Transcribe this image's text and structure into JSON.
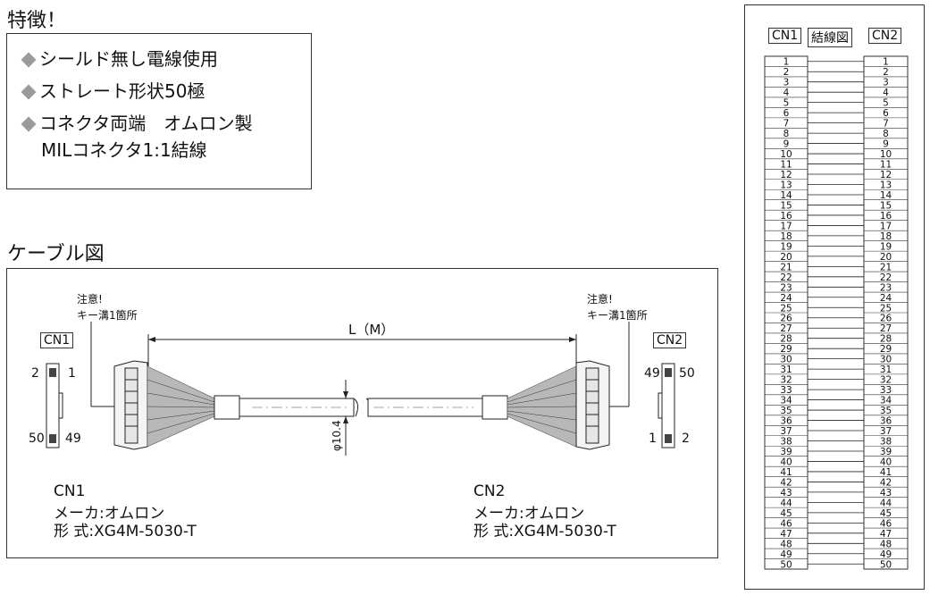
{
  "features": {
    "title": "特徴！",
    "items": [
      "シールド無し電線使用",
      "ストレート形状50極",
      "コネクタ両端　オムロン製"
    ],
    "item3_line2": "MILコネクタ1:1結線"
  },
  "cable_diagram": {
    "title": "ケーブル図",
    "note_left": [
      "注意!",
      "キー溝1箇所"
    ],
    "note_right": [
      "注意!",
      "キー溝1箇所"
    ],
    "length_label": "L（M）",
    "diameter_label": "φ10.4",
    "cn1_tag": "CN1",
    "cn2_tag": "CN2",
    "cn1_pins": {
      "top_left": "2",
      "top_right": "1",
      "bottom_left": "50",
      "bottom_right": "49"
    },
    "cn2_pins": {
      "top_left": "49",
      "top_right": "50",
      "bottom_left": "1",
      "bottom_right": "2"
    },
    "cn1_spec": [
      "CN1",
      "メーカ:オムロン",
      "形 式:XG4M-5030-T"
    ],
    "cn2_spec": [
      "CN2",
      "メーカ:オムロン",
      "形 式:XG4M-5030-T"
    ]
  },
  "wiring": {
    "left_header": "CN1",
    "center_header": "結線図",
    "right_header": "CN2",
    "pins": [
      "1",
      "2",
      "3",
      "4",
      "5",
      "6",
      "7",
      "8",
      "9",
      "10",
      "11",
      "12",
      "13",
      "14",
      "15",
      "16",
      "17",
      "18",
      "19",
      "20",
      "21",
      "22",
      "23",
      "24",
      "25",
      "26",
      "27",
      "28",
      "29",
      "30",
      "31",
      "32",
      "33",
      "34",
      "35",
      "36",
      "37",
      "38",
      "39",
      "40",
      "41",
      "42",
      "43",
      "44",
      "45",
      "46",
      "47",
      "48",
      "49",
      "50"
    ]
  }
}
